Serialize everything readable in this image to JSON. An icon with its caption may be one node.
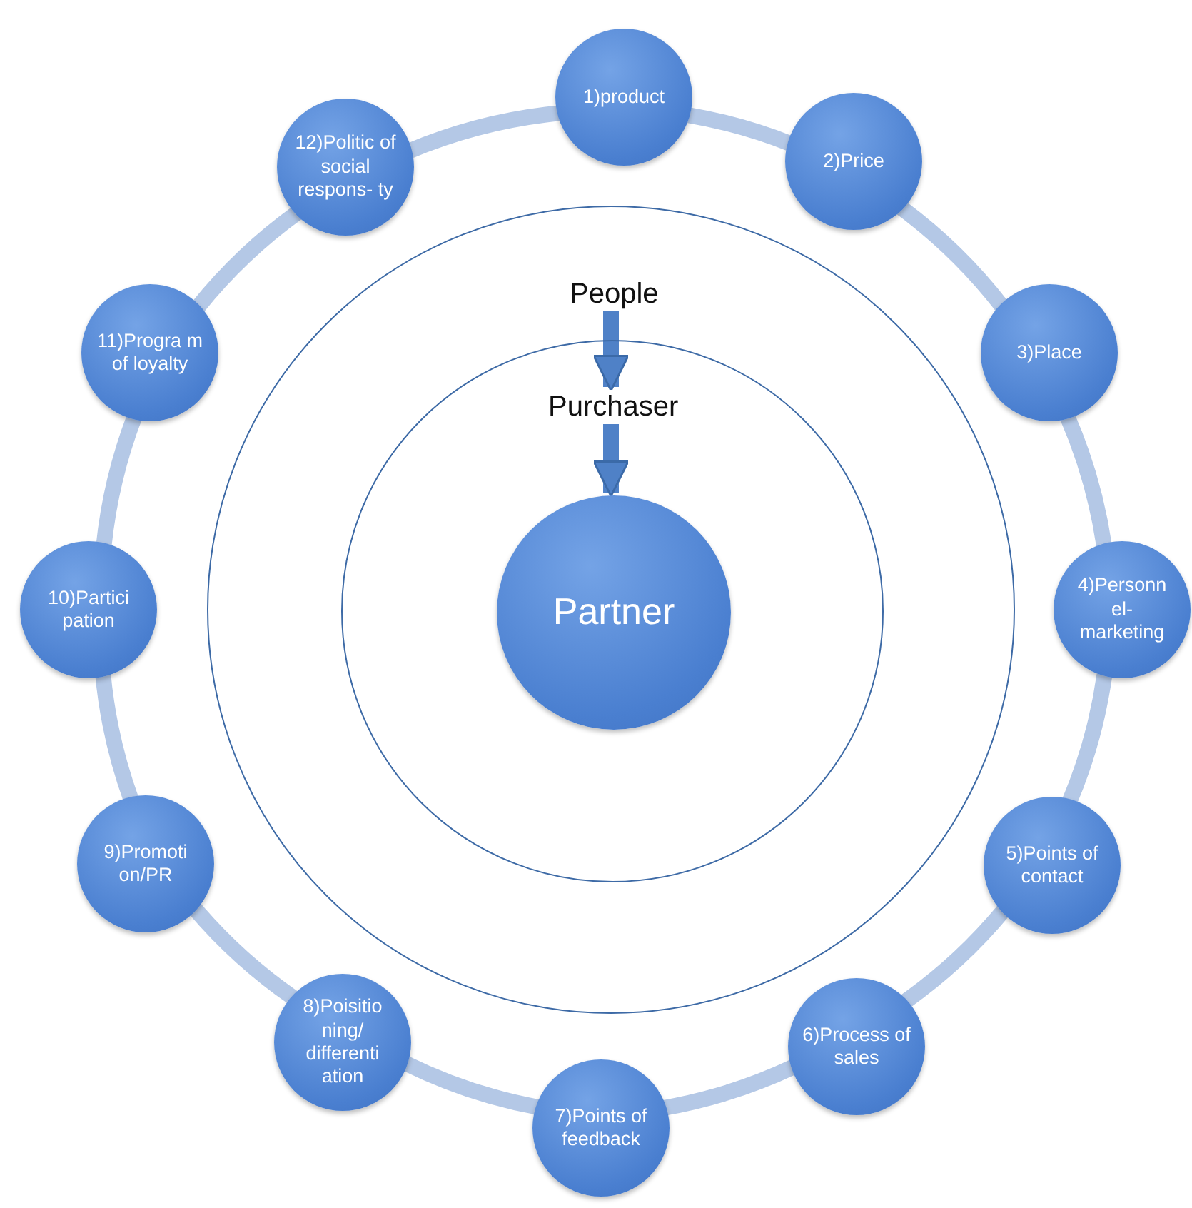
{
  "diagram": {
    "nodes": [
      {
        "text": [
          "1)product"
        ]
      },
      {
        "text": [
          "2)Price"
        ]
      },
      {
        "text": [
          "3)Place"
        ]
      },
      {
        "text": [
          "4)Personn el- marketing"
        ]
      },
      {
        "text": [
          "5)Points of contact"
        ]
      },
      {
        "text": [
          "6)Process of sales"
        ]
      },
      {
        "text": [
          "7)Points of feedback"
        ]
      },
      {
        "text": [
          "8)Poisitio ning/ differenti ation"
        ]
      },
      {
        "text": [
          "9)Promoti on/PR"
        ]
      },
      {
        "text": [
          "10)Partici pation"
        ]
      },
      {
        "text": [
          "11)Progra m of loyalty"
        ]
      },
      {
        "text": [
          "12)Politic of social respons- ty"
        ]
      },
      {
        "text": [],
        "shape": "circle"
      },
      {
        "text": [
          "People"
        ],
        "in": 12
      },
      {
        "text": [],
        "shape": "circle",
        "in": 12
      },
      {
        "text": [
          "Purchaser"
        ],
        "in": 14
      },
      {
        "text": [
          "Partner"
        ],
        "in": 14
      }
    ],
    "edges": [
      {
        "from": 0,
        "to": 1,
        "arrow": "none"
      },
      {
        "from": 1,
        "to": 2,
        "arrow": "none"
      },
      {
        "from": 2,
        "to": 3,
        "arrow": "none"
      },
      {
        "from": 3,
        "to": 4,
        "arrow": "none"
      },
      {
        "from": 4,
        "to": 5,
        "arrow": "none"
      },
      {
        "from": 5,
        "to": 6,
        "arrow": "none"
      },
      {
        "from": 6,
        "to": 7,
        "arrow": "none"
      },
      {
        "from": 7,
        "to": 8,
        "arrow": "none"
      },
      {
        "from": 8,
        "to": 9,
        "arrow": "none"
      },
      {
        "from": 9,
        "to": 10,
        "arrow": "none"
      },
      {
        "from": 10,
        "to": 11,
        "arrow": "none"
      },
      {
        "from": 11,
        "to": 0,
        "arrow": "none"
      },
      {
        "from": 13,
        "to": 15,
        "arrow": "to",
        "color": "#4f81c7"
      },
      {
        "from": 15,
        "to": 16,
        "arrow": "to",
        "color": "#4f81c7"
      }
    ]
  }
}
